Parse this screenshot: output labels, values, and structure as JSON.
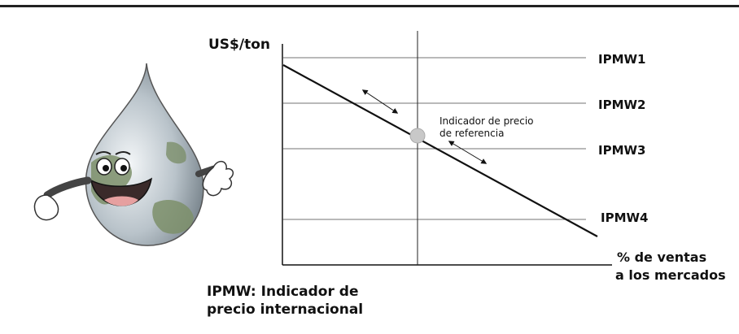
{
  "diagram": {
    "y_axis_label": "US$/ton",
    "x_axis_label_line1": "% de ventas",
    "x_axis_label_line2": "a los mercados",
    "price_levels": [
      "IPMW1",
      "IPMW2",
      "IPMW3",
      "IPMW4"
    ],
    "reference_label_line1": "Indicador de precio",
    "reference_label_line2": "de referencia",
    "caption_line1": "IPMW: Indicador de",
    "caption_line2": "precio internacional"
  },
  "colors": {
    "top_rule": "#222222",
    "axis": "#111111",
    "gridline": "#555555",
    "reference_point": "#c8c8c8",
    "drop_body": "#b8c4cc",
    "earth_green": "#6f8a5a"
  }
}
